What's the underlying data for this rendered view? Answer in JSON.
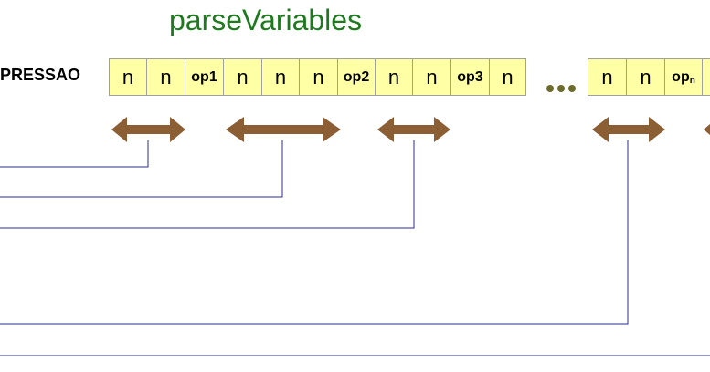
{
  "title": "parseVariables",
  "row_label": "PRESSAO",
  "cells_group1": [
    "n",
    "n",
    "op1",
    "n",
    "n",
    "n",
    "op2",
    "n",
    "n",
    "op3",
    "n"
  ],
  "ellipsis": "...",
  "cells_group2_prefix": [
    "n",
    "n"
  ],
  "last_op": {
    "base": "op",
    "subscript": "n"
  },
  "colors": {
    "title": "#1f7a1f",
    "cell_fill": "#ffffa5",
    "cell_border": "#a0a0a0",
    "arrow": "#8b5e34",
    "connector": "#2b2b8c",
    "ellipsis": "#6b6b2b"
  }
}
